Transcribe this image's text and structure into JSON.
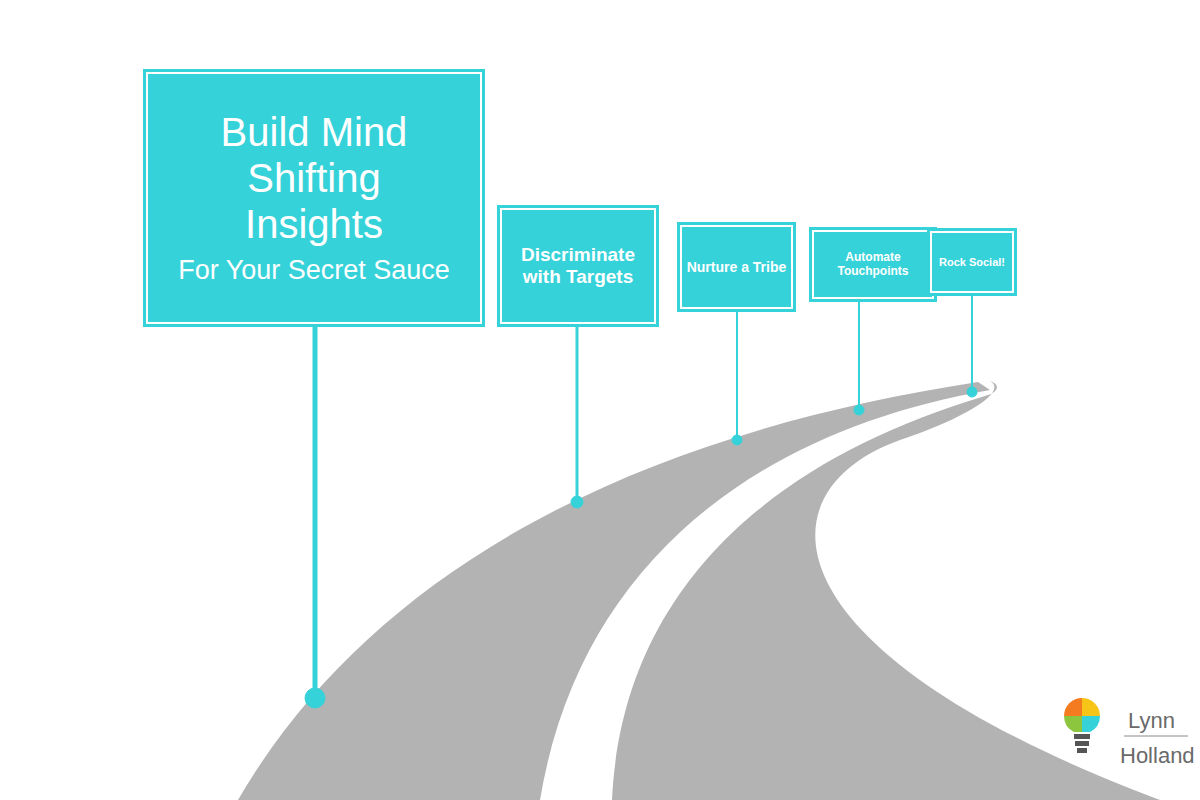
{
  "diagram": {
    "nodes": [
      {
        "text": [
          "Build Mind Shifting Insights",
          "For Your Secret Sauce"
        ]
      },
      {
        "text": [
          "Discriminate with Targets"
        ]
      },
      {
        "text": [
          "Nurture a Tribe"
        ]
      },
      {
        "text": [
          "Automate Touchpoints"
        ]
      },
      {
        "text": [
          "Rock Social!"
        ]
      }
    ],
    "labels": [
      "Lynn",
      "Holland"
    ]
  }
}
